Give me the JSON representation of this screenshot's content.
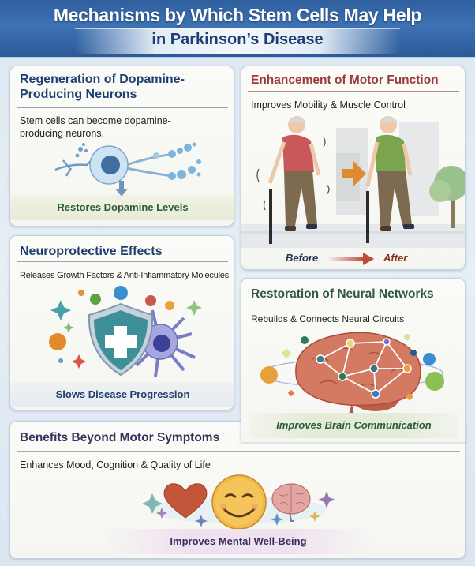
{
  "header": {
    "title_line1": "Mechanisms by Which Stem Cells May Help",
    "title_line2": "in Parkinson’s Disease"
  },
  "cards": [
    {
      "id": "regeneration",
      "title_line1": "Regeneration of Dopamine-",
      "title_line2": "Producing Neurons",
      "description": "Stem cells can become dopamine-producing neurons.",
      "icon": "stem-cell-neuron-icon",
      "outcome": "Restores Dopamine Levels",
      "accent": "#1f3f6e",
      "outcome_color": "#2f5a3e"
    },
    {
      "id": "motor",
      "title": "Enhancement of Motor Function",
      "description": "Improves Mobility & Muscle Control",
      "icon": "walking-elderly-man-icon",
      "before_label": "Before",
      "after_label": "After",
      "accent": "#9c3b3b"
    },
    {
      "id": "neuroprotective",
      "title": "Neuroprotective Effects",
      "description": "Releases Growth Factors & Anti-Inflammatory Molecules",
      "icon": "shield-neuron-icon",
      "outcome": "Slows Disease Progression",
      "accent": "#1f3f6e",
      "outcome_color": "#1f3f6e"
    },
    {
      "id": "neural-networks",
      "title": "Restoration of Neural Networks",
      "description": "Rebuilds & Connects Neural Circuits",
      "icon": "brain-network-icon",
      "outcome": "Improves Brain Communication",
      "accent": "#2f5a3e",
      "outcome_color": "#2f5a3e"
    },
    {
      "id": "beyond-motor",
      "title": "Benefits Beyond Motor Symptoms",
      "description": "Enhances Mood, Cognition & Quality of Life",
      "icon": "heart-smiley-brain-icon",
      "outcome": "Improves Mental Well-Being",
      "accent": "#3d2d5c",
      "outcome_color": "#3d2d5c"
    }
  ]
}
